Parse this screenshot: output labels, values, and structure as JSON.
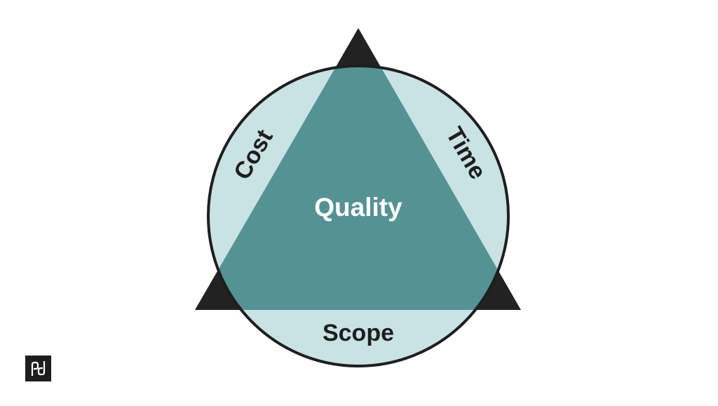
{
  "diagram": {
    "center_label": "Quality",
    "side_labels": {
      "left": "Cost",
      "right": "Time",
      "bottom": "Scope"
    }
  },
  "logo": {
    "name": "pd-logo"
  },
  "colors": {
    "background": "#ffffff",
    "circle_fill": "#c9e2e3",
    "triangle_fill": "#559294",
    "outline": "#1e1e1e",
    "corner_fill": "#222222",
    "center_text": "#ffffff",
    "side_text": "#1e1e1e",
    "logo_bg": "#1e1e1e",
    "logo_fg": "#ffffff"
  }
}
